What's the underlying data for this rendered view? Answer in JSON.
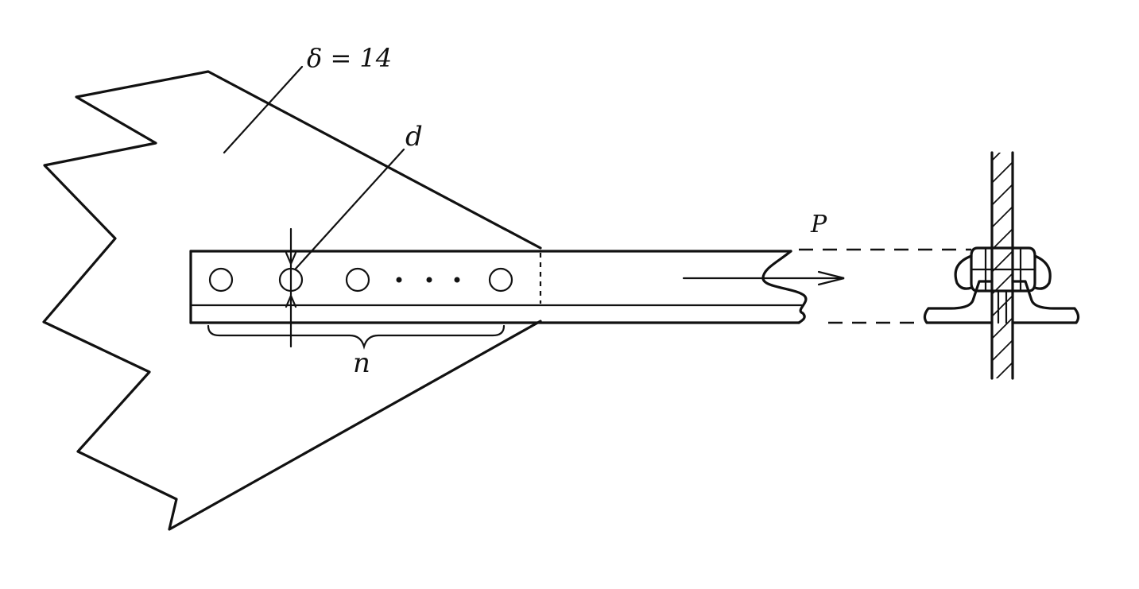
{
  "labels": {
    "thickness": "δ = 14",
    "hole_diameter": "d",
    "bolt_count": "n",
    "force": "P"
  },
  "colors": {
    "ink": "#111111",
    "paper": "#ffffff"
  }
}
